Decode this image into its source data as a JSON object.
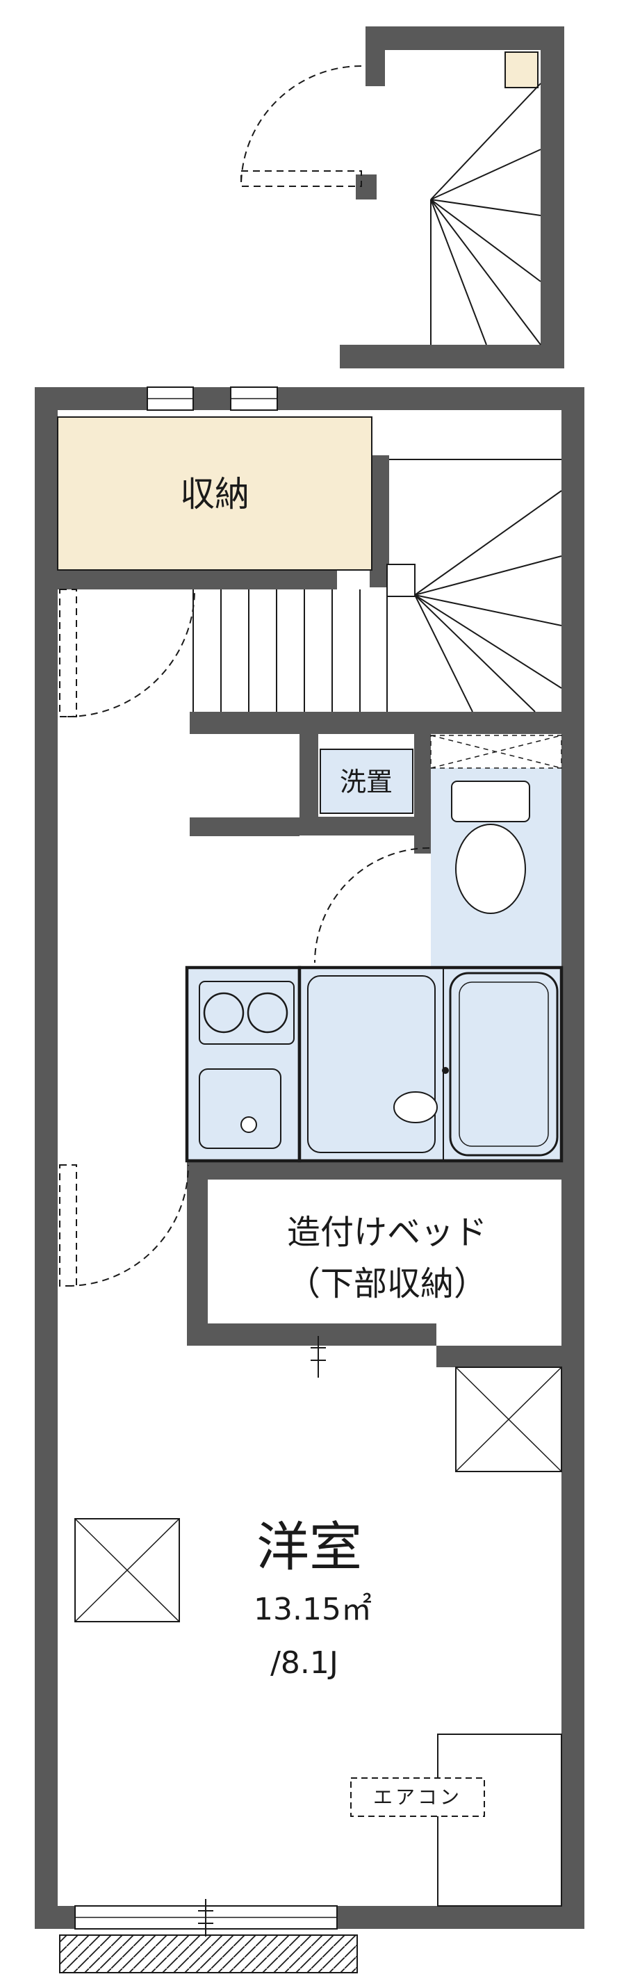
{
  "plan": {
    "labels": {
      "storage": "収納",
      "washer": "洗置",
      "bed_line1": "造付けベッド",
      "bed_line2": "（下部収納）",
      "room_name": "洋室",
      "room_area_m2": "13.15㎡",
      "room_area_jo": "/8.1J",
      "aircon": "エアコン"
    },
    "colors": {
      "wall": "#595959",
      "line": "#1a1a1a",
      "storage_fill": "#f7ecd2",
      "fixture_fill": "#dce8f5",
      "background": "#ffffff"
    }
  }
}
